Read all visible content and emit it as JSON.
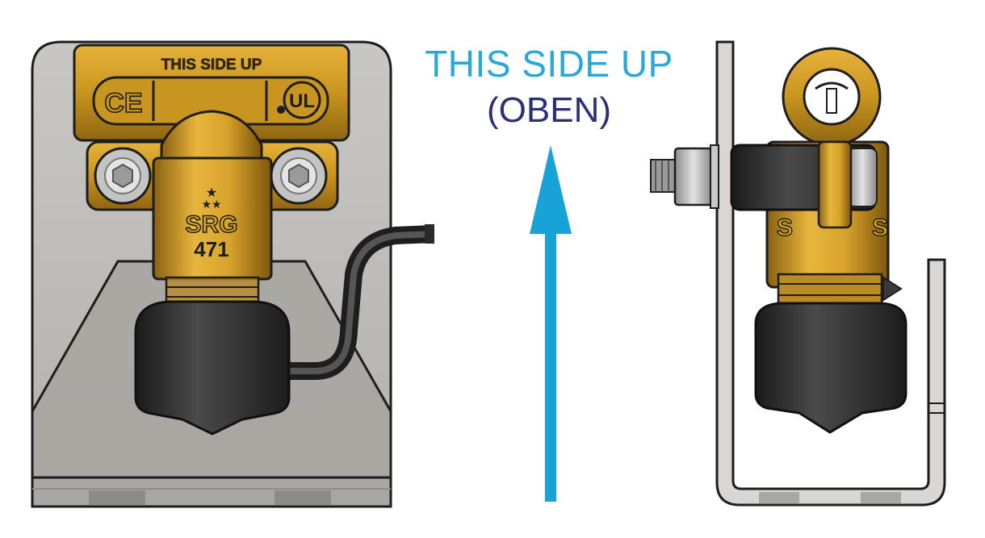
{
  "caption": {
    "line1": "THIS SIDE UP",
    "line2": "(OBEN)"
  },
  "colors": {
    "caption_line1": "#2aa9d9",
    "caption_line2": "#2b2f7a",
    "arrow": "#17a3d7",
    "brass": "#c9951f",
    "rubber": "#2c2c2c",
    "bracket": "#b8b6b2"
  },
  "left_view": {
    "orientation_label": "THIS SIDE UP",
    "ce_mark": "CE",
    "ul_mark": "UL",
    "brand": "SRG",
    "model_number": "471"
  },
  "right_view": {
    "brand_partial": "S"
  },
  "icons": [
    "up-arrow-icon",
    "hex-bolt-icon",
    "stars-icon",
    "ce-mark-icon",
    "ul-mark-icon"
  ]
}
